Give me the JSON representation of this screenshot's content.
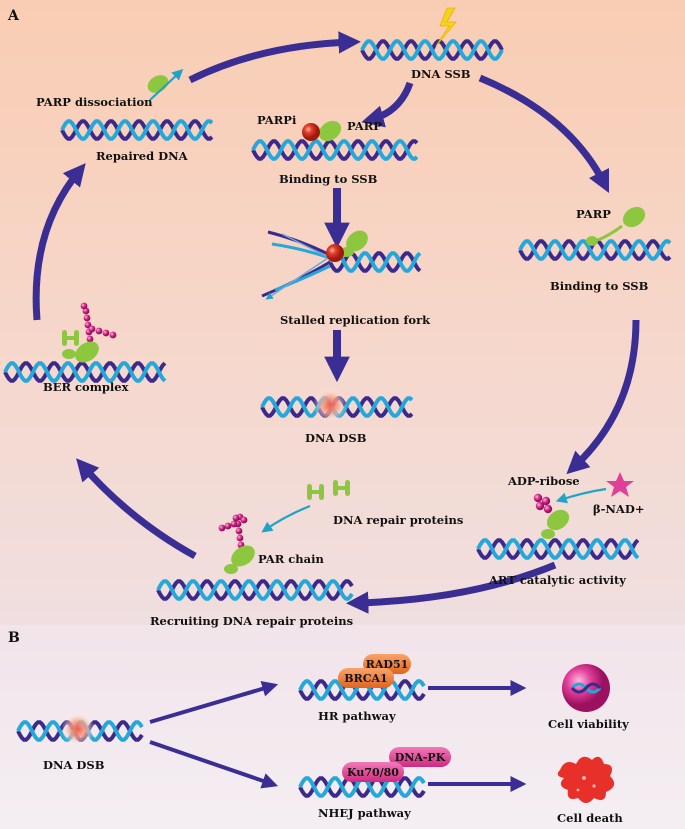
{
  "panel_a": {
    "label": "A",
    "nodes": {
      "dna_ssb": "DNA SSB",
      "parpi": "PARPi",
      "parp_left": "PARP",
      "binding_ssb_left": "Binding to SSB",
      "stalled_fork": "Stalled replication fork",
      "dna_dsb": "DNA DSB",
      "parp_right": "PARP",
      "binding_ssb_right": "Binding to SSB",
      "adp_ribose": "ADP-ribose",
      "beta_nad": "β-NAD+",
      "art_activity": "ART catalytic activity",
      "dna_repair_proteins": "DNA repair proteins",
      "par_chain": "PAR chain",
      "recruiting": "Recruiting DNA repair proteins",
      "ber_complex": "BER complex",
      "repaired_dna": "Repaired DNA",
      "parp_dissociation": "PARP dissociation"
    }
  },
  "panel_b": {
    "label": "B",
    "dna_dsb": "DNA DSB",
    "hr_pathway": "HR pathway",
    "rad51": "RAD51",
    "brca1": "BRCA1",
    "cell_viability": "Cell viability",
    "nhej_pathway": "NHEJ pathway",
    "dna_pk": "DNA-PK",
    "ku": "Ku70/80",
    "cell_death": "Cell death"
  },
  "colors": {
    "arrow": "#3a2d94",
    "strand_blue": "#25a8d9",
    "strand_purple": "#3b2a8c",
    "parp_green": "#8dc63f",
    "parpi_red": "#d9301e",
    "par_pink": "#d6337f",
    "cyan_arrow": "#1fa3c9",
    "rad51_orange": "#f07b2a",
    "dnapk_pink": "#e0388c"
  }
}
